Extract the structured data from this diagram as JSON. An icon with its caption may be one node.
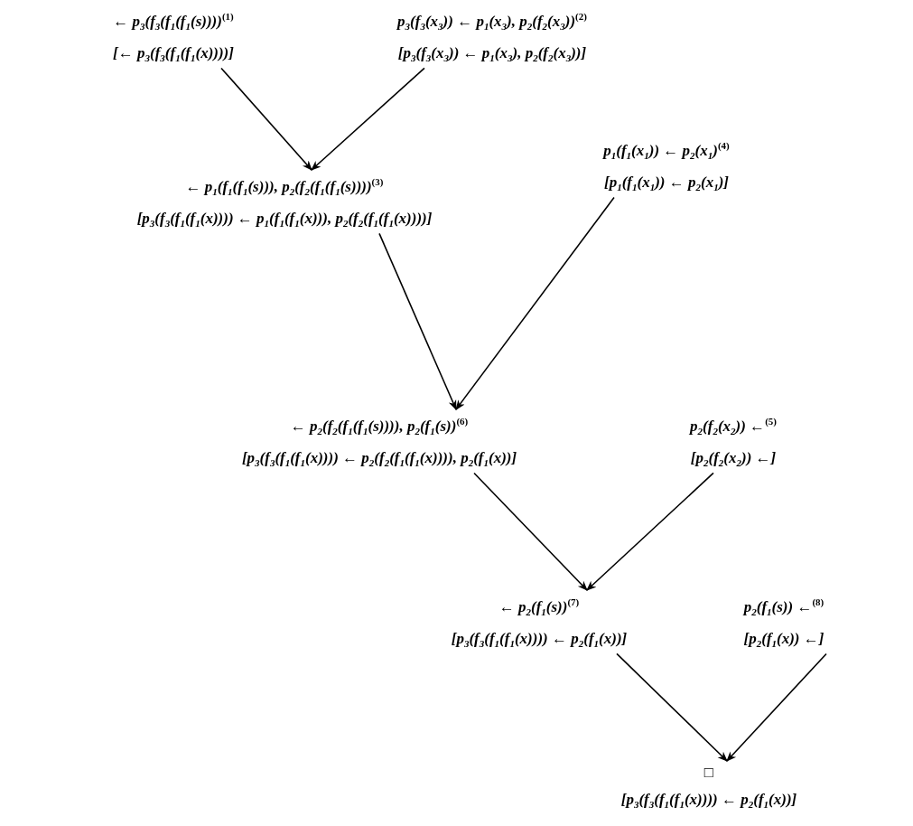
{
  "diagram": {
    "nodes": [
      {
        "text": [
          "← p$_{3}$(f$_{3}$(f$_{1}$(f$_{1}$(s))))$^{(1)}$",
          "[← p$_{3}$(f$_{3}$(f$_{1}$(f$_{1}$(x))))]"
        ]
      },
      {
        "text": [
          "p$_{3}$(f$_{3}$(x$_{3}$)) ← p$_{1}$(x$_{3}$), p$_{2}$(f$_{2}$(x$_{3}$))$^{(2)}$",
          "[p$_{3}$(f$_{3}$(x$_{3}$)) ← p$_{1}$(x$_{3}$), p$_{2}$(f$_{2}$(x$_{3}$))]"
        ]
      },
      {
        "text": [
          "← p$_{1}$(f$_{1}$(f$_{1}$(s))), p$_{2}$(f$_{2}$(f$_{1}$(f$_{1}$(s))))$^{(3)}$",
          "[p$_{3}$(f$_{3}$(f$_{1}$(f$_{1}$(x)))) ← p$_{1}$(f$_{1}$(f$_{1}$(x))), p$_{2}$(f$_{2}$(f$_{1}$(f$_{1}$(x))))]"
        ]
      },
      {
        "text": [
          "p$_{1}$(f$_{1}$(x$_{1}$)) ← p$_{2}$(x$_{1}$)$^{(4)}$",
          "[p$_{1}$(f$_{1}$(x$_{1}$)) ← p$_{2}$(x$_{1}$)]"
        ]
      },
      {
        "text": [
          "← p$_{2}$(f$_{2}$(f$_{1}$(f$_{1}$(s)))), p$_{2}$(f$_{1}$(s))$^{(6)}$",
          "[p$_{3}$(f$_{3}$(f$_{1}$(f$_{1}$(x)))) ← p$_{2}$(f$_{2}$(f$_{1}$(f$_{1}$(x)))), p$_{2}$(f$_{1}$(x))]"
        ]
      },
      {
        "text": [
          "p$_{2}$(f$_{2}$(x$_{2}$)) ←$^{(5)}$",
          "[p$_{2}$(f$_{2}$(x$_{2}$)) ←]"
        ]
      },
      {
        "text": [
          "← p$_{2}$(f$_{1}$(s))$^{(7)}$",
          "[p$_{3}$(f$_{3}$(f$_{1}$(f$_{1}$(x)))) ← p$_{2}$(f$_{1}$(x))]"
        ]
      },
      {
        "text": [
          "p$_{2}$(f$_{1}$(s)) ←$^{(8)}$",
          "[p$_{2}$(f$_{1}$(x)) ←]"
        ]
      },
      {
        "text": [
          "□",
          "[p$_{3}$(f$_{3}$(f$_{1}$(f$_{1}$(x)))) ← p$_{2}$(f$_{1}$(x))]"
        ]
      }
    ],
    "edges": [
      {
        "from": 0,
        "to": 2,
        "arrow": "to"
      },
      {
        "from": 1,
        "to": 2,
        "arrow": "to"
      },
      {
        "from": 2,
        "to": 4,
        "arrow": "to"
      },
      {
        "from": 3,
        "to": 4,
        "arrow": "to"
      },
      {
        "from": 4,
        "to": 6,
        "arrow": "to"
      },
      {
        "from": 5,
        "to": 6,
        "arrow": "to"
      },
      {
        "from": 6,
        "to": 8,
        "arrow": "to"
      },
      {
        "from": 7,
        "to": 8,
        "arrow": "to"
      }
    ]
  }
}
